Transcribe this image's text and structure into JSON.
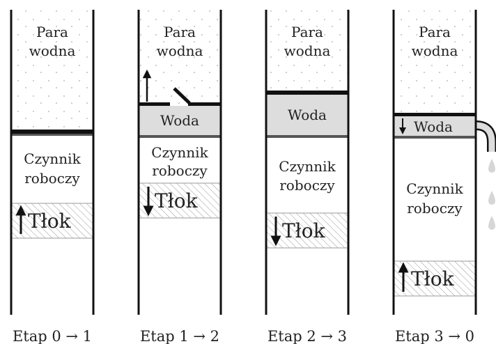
{
  "stages": [
    {
      "caption": "Etap 0 → 1",
      "steam_label": [
        "Para",
        "wodna"
      ],
      "water_label": "",
      "fluid_label": [
        "Czynnik",
        "roboczy"
      ],
      "piston_label": "Tłok",
      "piston_motion": "up"
    },
    {
      "caption": "Etap 1 → 2",
      "steam_label": [
        "Para",
        "wodna"
      ],
      "water_label": "Woda",
      "fluid_label": [
        "Czynnik",
        "roboczy"
      ],
      "piston_label": "Tłok",
      "piston_motion": "down",
      "valve": "open",
      "steam_escape_arrow": "up"
    },
    {
      "caption": "Etap 2 → 3",
      "steam_label": [
        "Para",
        "wodna"
      ],
      "water_label": "Woda",
      "fluid_label": [
        "Czynnik",
        "roboczy"
      ],
      "piston_label": "Tłok",
      "piston_motion": "down"
    },
    {
      "caption": "Etap 3 → 0",
      "steam_label": [
        "Para",
        "wodna"
      ],
      "water_label": "Woda",
      "fluid_label": [
        "Czynnik",
        "roboczy"
      ],
      "piston_label": "Tłok",
      "piston_motion": "up",
      "water_motion": "down",
      "drain": "dripping"
    }
  ],
  "colors": {
    "wall": "#111111",
    "water": "#dddddd",
    "separator": "#111111",
    "hatch": "#999999",
    "drop": "#d6d6d6"
  }
}
